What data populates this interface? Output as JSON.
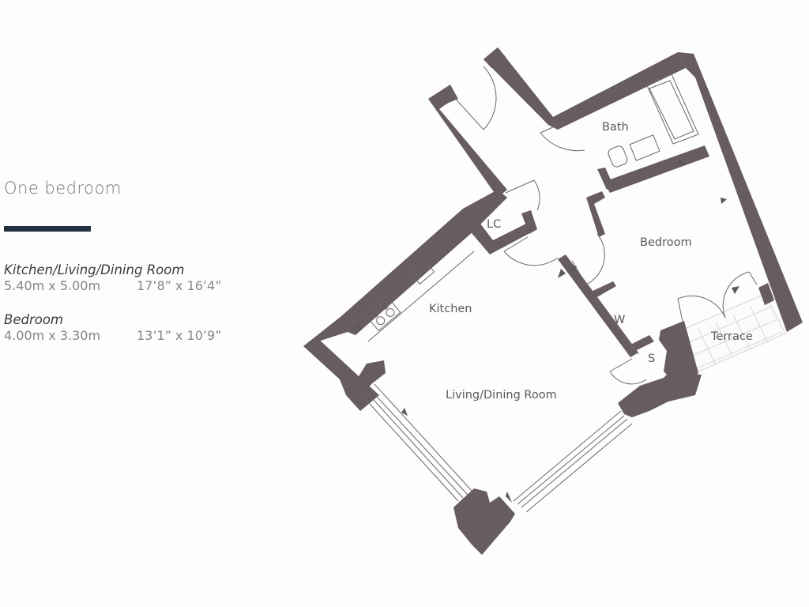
{
  "plan": {
    "title": "One bedroom",
    "accent_color": "#25303f",
    "wall_color": "#675c5e",
    "rooms_summary": [
      {
        "name": "Kitchen/Living/Dining Room",
        "metric": "5.40m x 5.00m",
        "imperial": "17’8” x 16’4”"
      },
      {
        "name": "Bedroom",
        "metric": "4.00m x 3.30m",
        "imperial": "13’1” x 10’9”"
      }
    ]
  },
  "labels": {
    "bath": "Bath",
    "lc": "LC",
    "bedroom": "Bedroom",
    "kitchen": "Kitchen",
    "w": "W",
    "terrace": "Terrace",
    "s": "S",
    "living": "Living/Dining Room"
  }
}
